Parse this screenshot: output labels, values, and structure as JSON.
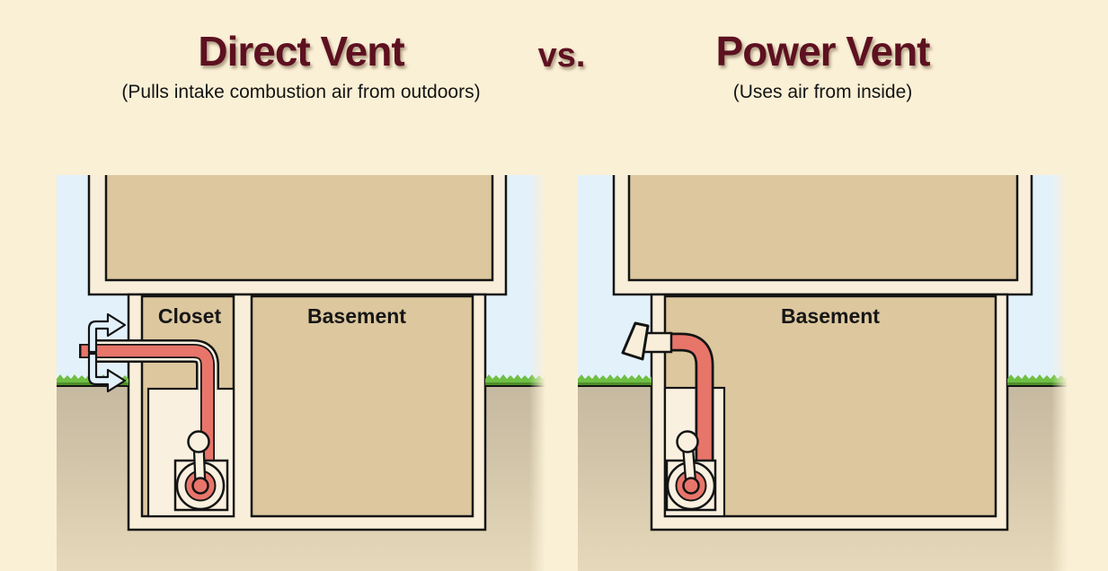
{
  "header": {
    "left_title": "Direct Vent",
    "separator": "vs.",
    "right_title": "Power Vent",
    "left_subtitle": "(Pulls intake combustion air from outdoors)",
    "right_subtitle": "(Uses air from inside)"
  },
  "diagrams": {
    "direct_vent": {
      "labels": {
        "closet": "Closet",
        "basement": "Basement"
      },
      "features": [
        "concentric-intake-exhaust-pipe",
        "outdoor-intake-arrows",
        "water-heater-in-closet"
      ]
    },
    "power_vent": {
      "labels": {
        "basement": "Basement"
      },
      "features": [
        "single-wall-exhaust-pipe",
        "exterior-vent-cap",
        "water-heater-in-basement"
      ]
    }
  },
  "colors": {
    "background": "#FAF0D6",
    "title_maroon": "#5D1120",
    "sky": "#E3F1FB",
    "room_tan": "#DCC79E",
    "wall_cream": "#F8EEDA",
    "alcove_cream": "#F9F0DF",
    "pipe_red": "#E8756A",
    "grass_green": "#6FBF44",
    "grass_shadow": "#4E8F2B",
    "ground_top": "#C6B9A1",
    "ground_bottom": "#E6D9BB",
    "outline": "#141414"
  }
}
